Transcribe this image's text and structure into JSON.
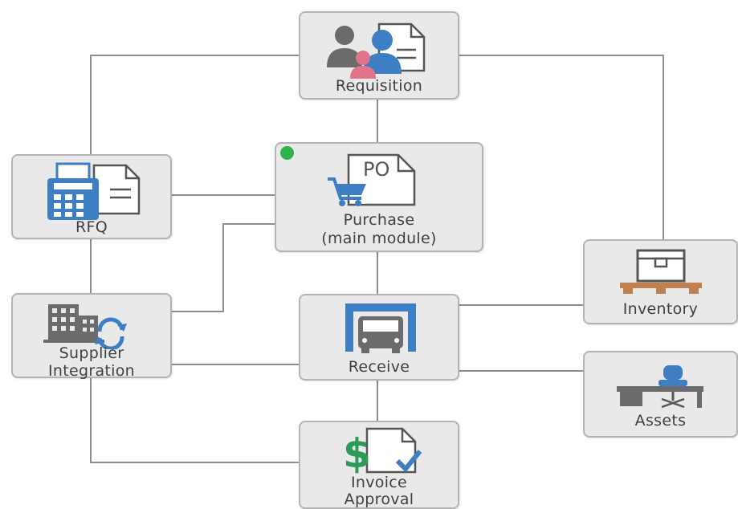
{
  "nodes": {
    "requisition": {
      "label": "Requisition"
    },
    "rfq": {
      "label": "RFQ"
    },
    "purchase": {
      "label_line1": "Purchase",
      "label_line2": "(main module)",
      "icon_text": "PO"
    },
    "supplier_integration": {
      "label_line1": "Supplier",
      "label_line2": "Integration"
    },
    "receive": {
      "label": "Receive"
    },
    "inventory": {
      "label": "Inventory"
    },
    "assets": {
      "label": "Assets"
    },
    "invoice_approval": {
      "label_line1": "Invoice",
      "label_line2": "Approval",
      "icon_text": "$"
    }
  },
  "colors": {
    "accent_blue": "#3e7fc3",
    "person_pink": "#e2738a",
    "person_gray": "#6b6b6b",
    "money_green": "#2f9a55",
    "status_green": "#2eb24a",
    "connector": "#8e8e8e",
    "node_fill": "#e9e9e9",
    "node_border": "#b4b4b4"
  }
}
